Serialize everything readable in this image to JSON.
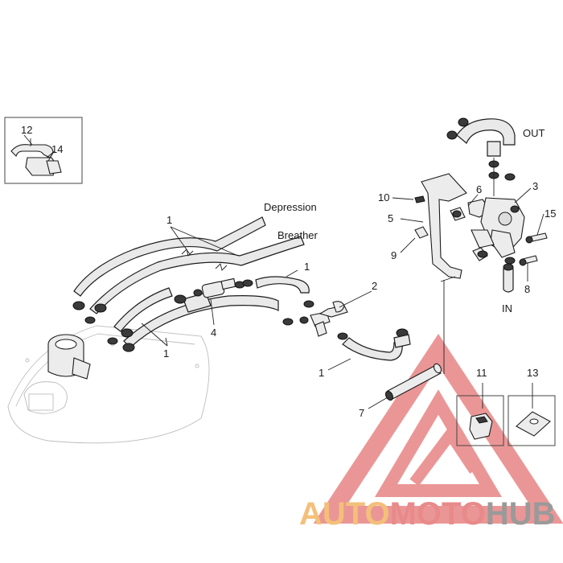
{
  "callouts": {
    "c1": "1",
    "c2": "2",
    "c3": "3",
    "c4": "4",
    "c5": "5",
    "c6": "6",
    "c7": "7",
    "c8": "8",
    "c9": "9",
    "c10": "10",
    "c11": "11",
    "c12": "12",
    "c13": "13",
    "c14": "14",
    "c15": "15"
  },
  "labels": {
    "depression": "Depression",
    "breather": "Breather",
    "out": "OUT",
    "in": "IN"
  },
  "watermark": {
    "part1": "AUTO",
    "part2": "MOTO",
    "part3": "HUB",
    "colors": {
      "auto": "#f3c07a",
      "moto": "#e88a8a",
      "hub": "#9a9a9a",
      "logo": "#e57373"
    }
  }
}
